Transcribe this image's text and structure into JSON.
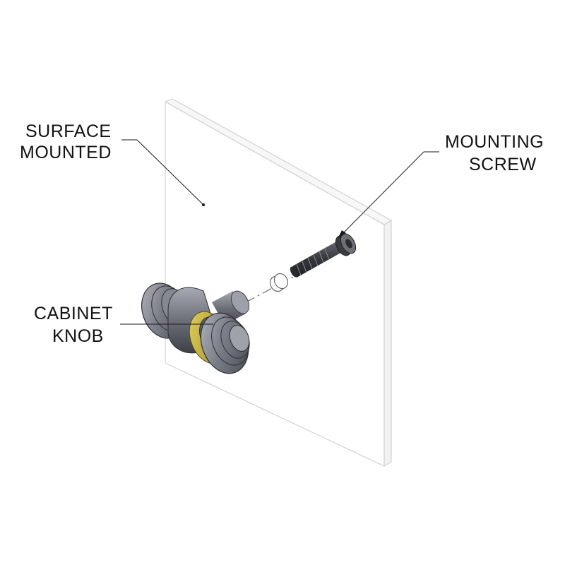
{
  "labels": {
    "surface_mounted": {
      "line1": "SURFACE",
      "line2": "MOUNTED"
    },
    "mounting_screw": {
      "line1": "MOUNTING",
      "line2": "SCREW"
    },
    "cabinet_knob": {
      "line1": "CABINET",
      "line2": "KNOB"
    }
  },
  "colors": {
    "panel_edge": "#d0d0d0",
    "metal_dark": "#5a5d66",
    "metal_mid": "#8a8d97",
    "metal_light": "#c5c7ce",
    "brass": "#c9b63a",
    "screw": "#3d3f44",
    "leader": "#1a1a1a"
  }
}
